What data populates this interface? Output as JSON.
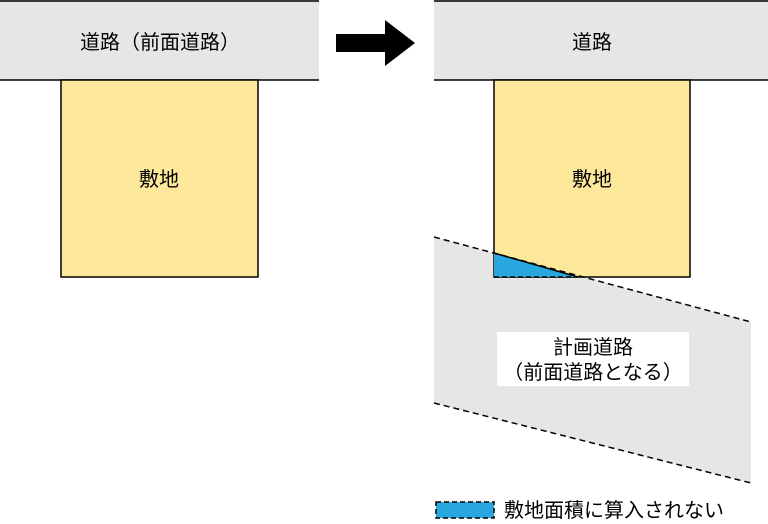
{
  "left": {
    "road_label": "道路（前面道路）",
    "site_label": "敷地"
  },
  "right": {
    "road_label": "道路",
    "site_label": "敷地",
    "planned_road_label_line1": "計画道路",
    "planned_road_label_line2": "（前面道路となる）"
  },
  "legend": {
    "label": "敷地面積に算入されない"
  },
  "colors": {
    "road_fill": "#e6e6e6",
    "site_fill": "#fde79a",
    "excluded_fill": "#29a8e0",
    "stroke": "#000000"
  }
}
